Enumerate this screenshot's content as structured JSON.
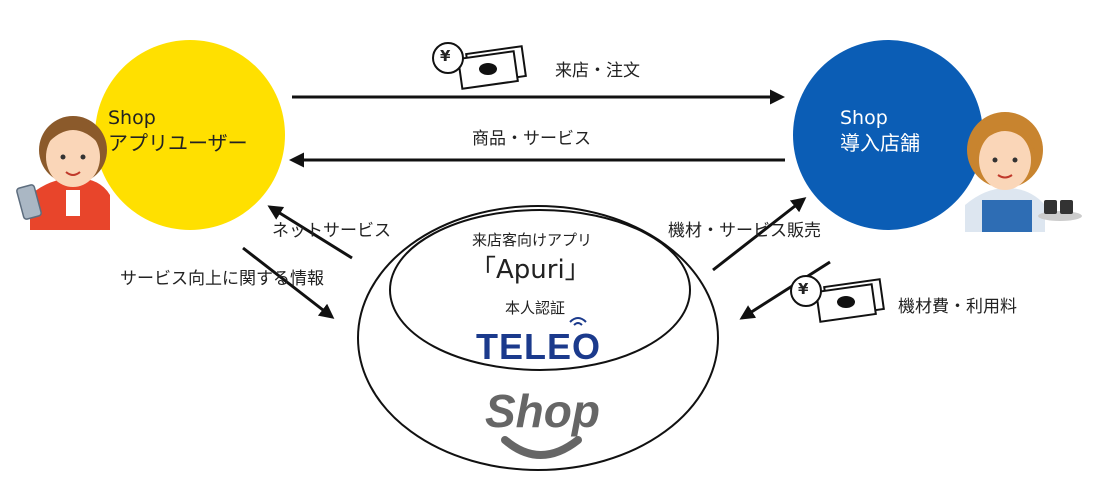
{
  "user_circle": {
    "line1": "Shop",
    "line2": "アプリユーザー",
    "color": "#FFE000"
  },
  "store_circle": {
    "line1": "Shop",
    "line2": "導入店舗",
    "color": "#0B5DB5"
  },
  "flows": {
    "visit_order": "来店・注文",
    "goods_service": "商品・サービス",
    "net_service": "ネットサービス",
    "service_info": "サービス向上に関する情報",
    "equipment_sales": "機材・サービス販売",
    "equipment_fee": "機材費・利用料"
  },
  "platform": {
    "app_caption": "来店客向けアプリ",
    "app_name": "「Apuri」",
    "auth_caption": "本人認証",
    "auth_logo": "TELEO",
    "brand_logo": "Shop"
  },
  "money_symbol": "¥",
  "colors": {
    "teleo_blue": "#1B3A8C",
    "shop_gray": "#666666",
    "arrow": "#111111"
  }
}
